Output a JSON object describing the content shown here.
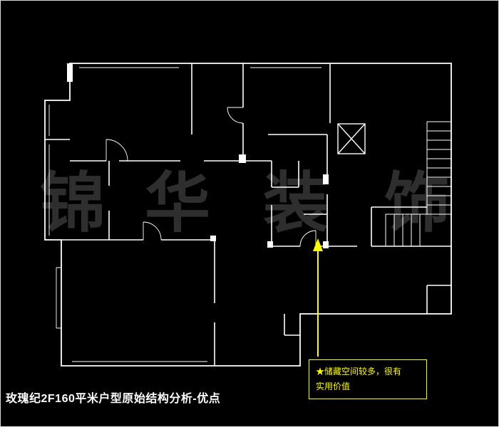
{
  "page": {
    "title": "玫瑰纪2F160平米户型原始结构分析-优点"
  },
  "colors": {
    "background": "#000000",
    "plan_lines": "#ffffff",
    "highlight": "#ffff00",
    "watermark": "#2e2e2e"
  },
  "watermark": {
    "chars": [
      "锦",
      "华",
      "装",
      "饰"
    ]
  },
  "annotation": {
    "line1": "★储藏空间较多，很有",
    "line2": "实用价值"
  }
}
